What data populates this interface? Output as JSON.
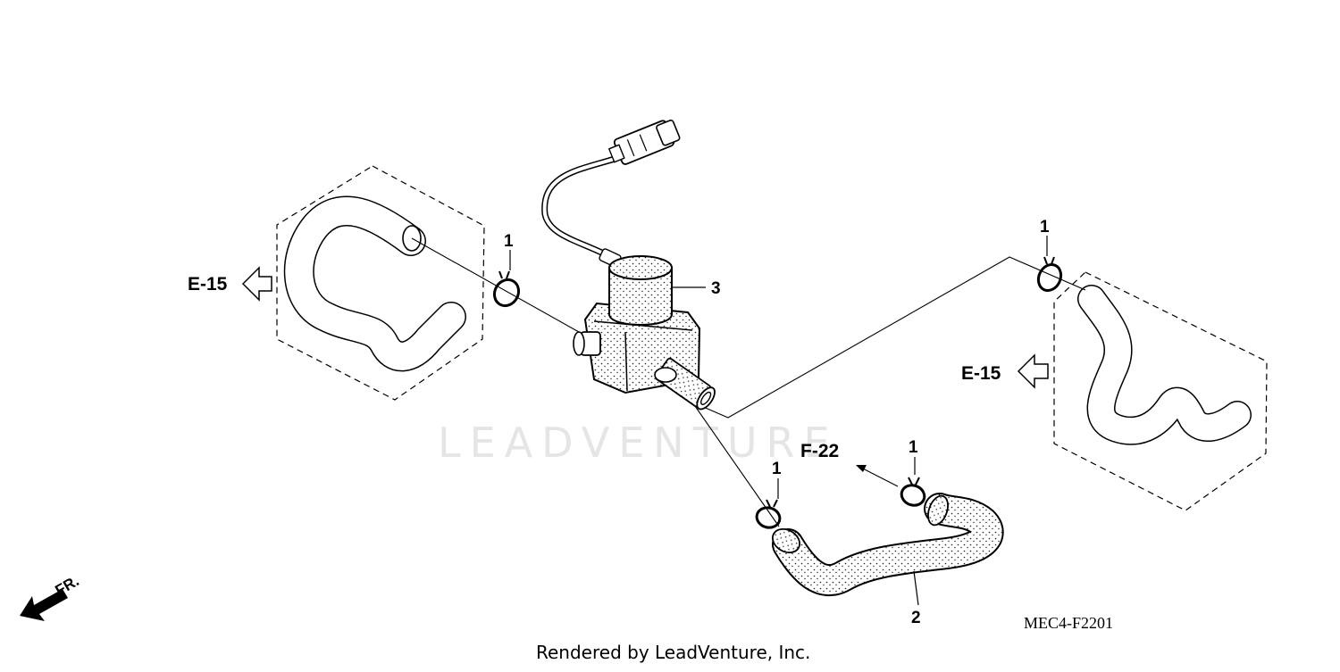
{
  "diagram": {
    "watermark": "LEADVENTURE",
    "credit": "Rendered by LeadVenture, Inc.",
    "figure_code": "MEC4-F2201",
    "direction_label": "FR.",
    "references": {
      "left": "E-15",
      "right": "E-15",
      "lower": "F-22"
    },
    "callouts": {
      "clamp_left": "1",
      "clamp_right": "1",
      "clamp_lower_left": "1",
      "clamp_lower_right": "1",
      "valve": "3",
      "hose": "2"
    },
    "parts": [
      {
        "number": "1",
        "name": "clamp"
      },
      {
        "number": "2",
        "name": "hose"
      },
      {
        "number": "3",
        "name": "air injection control valve"
      }
    ]
  }
}
